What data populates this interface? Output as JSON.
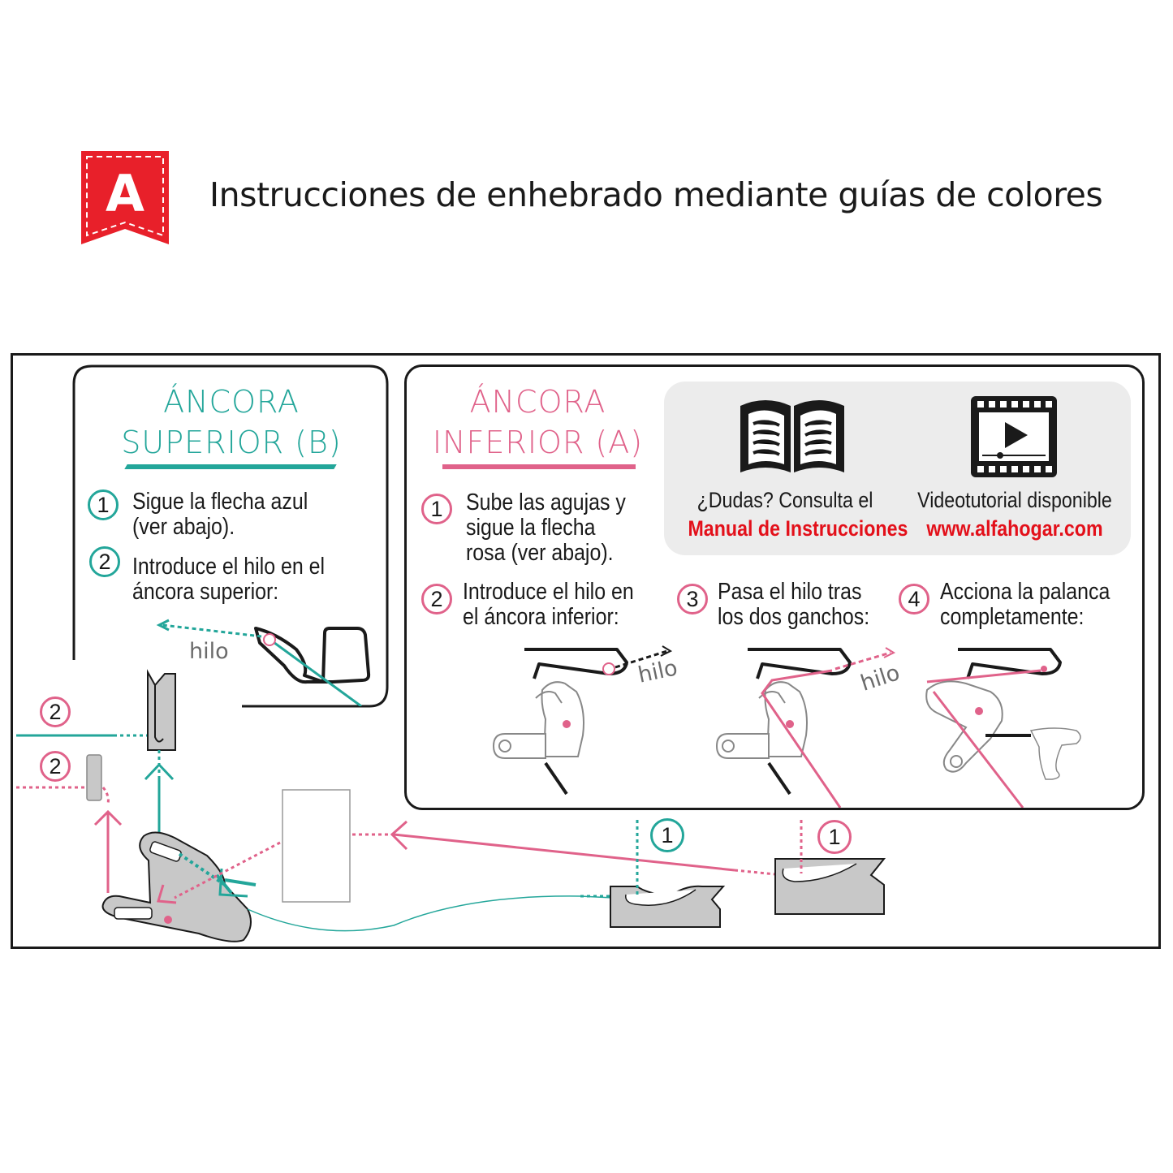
{
  "header": {
    "logo_letter": "A",
    "logo_color": "#e8202a",
    "title": "Instrucciones de enhebrado mediante guías de colores"
  },
  "upper": {
    "title_line1": "ÁNCORA",
    "title_line2": "SUPERIOR (B)",
    "color": "#23a69a",
    "steps": [
      {
        "num": "1",
        "line1": "Sigue la flecha azul",
        "line2": "(ver abajo)."
      },
      {
        "num": "2",
        "line1": "Introduce el hilo en el",
        "line2": "áncora superior:"
      }
    ],
    "thread_label": "hilo"
  },
  "lower": {
    "title_line1": "ÁNCORA",
    "title_line2": "INFERIOR (A)",
    "color": "#e0628a",
    "step1": {
      "num": "1",
      "line1": "Sube las agujas y",
      "line2": "sigue la flecha",
      "line3": "rosa  (ver abajo)."
    },
    "step2": {
      "num": "2",
      "line1": "Introduce el hilo en",
      "line2": "el áncora inferior:"
    },
    "step3": {
      "num": "3",
      "line1": "Pasa el hilo tras",
      "line2": "los dos ganchos:"
    },
    "step4": {
      "num": "4",
      "line1": "Acciona la palanca",
      "line2": "completamente:"
    },
    "thread_label_a": "hilo",
    "thread_label_b": "hilo"
  },
  "info": {
    "manual_question": "¿Dudas? Consulta el",
    "manual_link": "Manual de Instrucciones",
    "video_text": "Videotutorial disponible",
    "video_link": "www.alfahogar.com",
    "book_icon": "book-icon",
    "video_icon": "film-play-icon"
  },
  "diagram_badges": {
    "left_top": "2",
    "left_bottom": "2",
    "teal_bottom": "1",
    "pink_bottom": "1"
  }
}
